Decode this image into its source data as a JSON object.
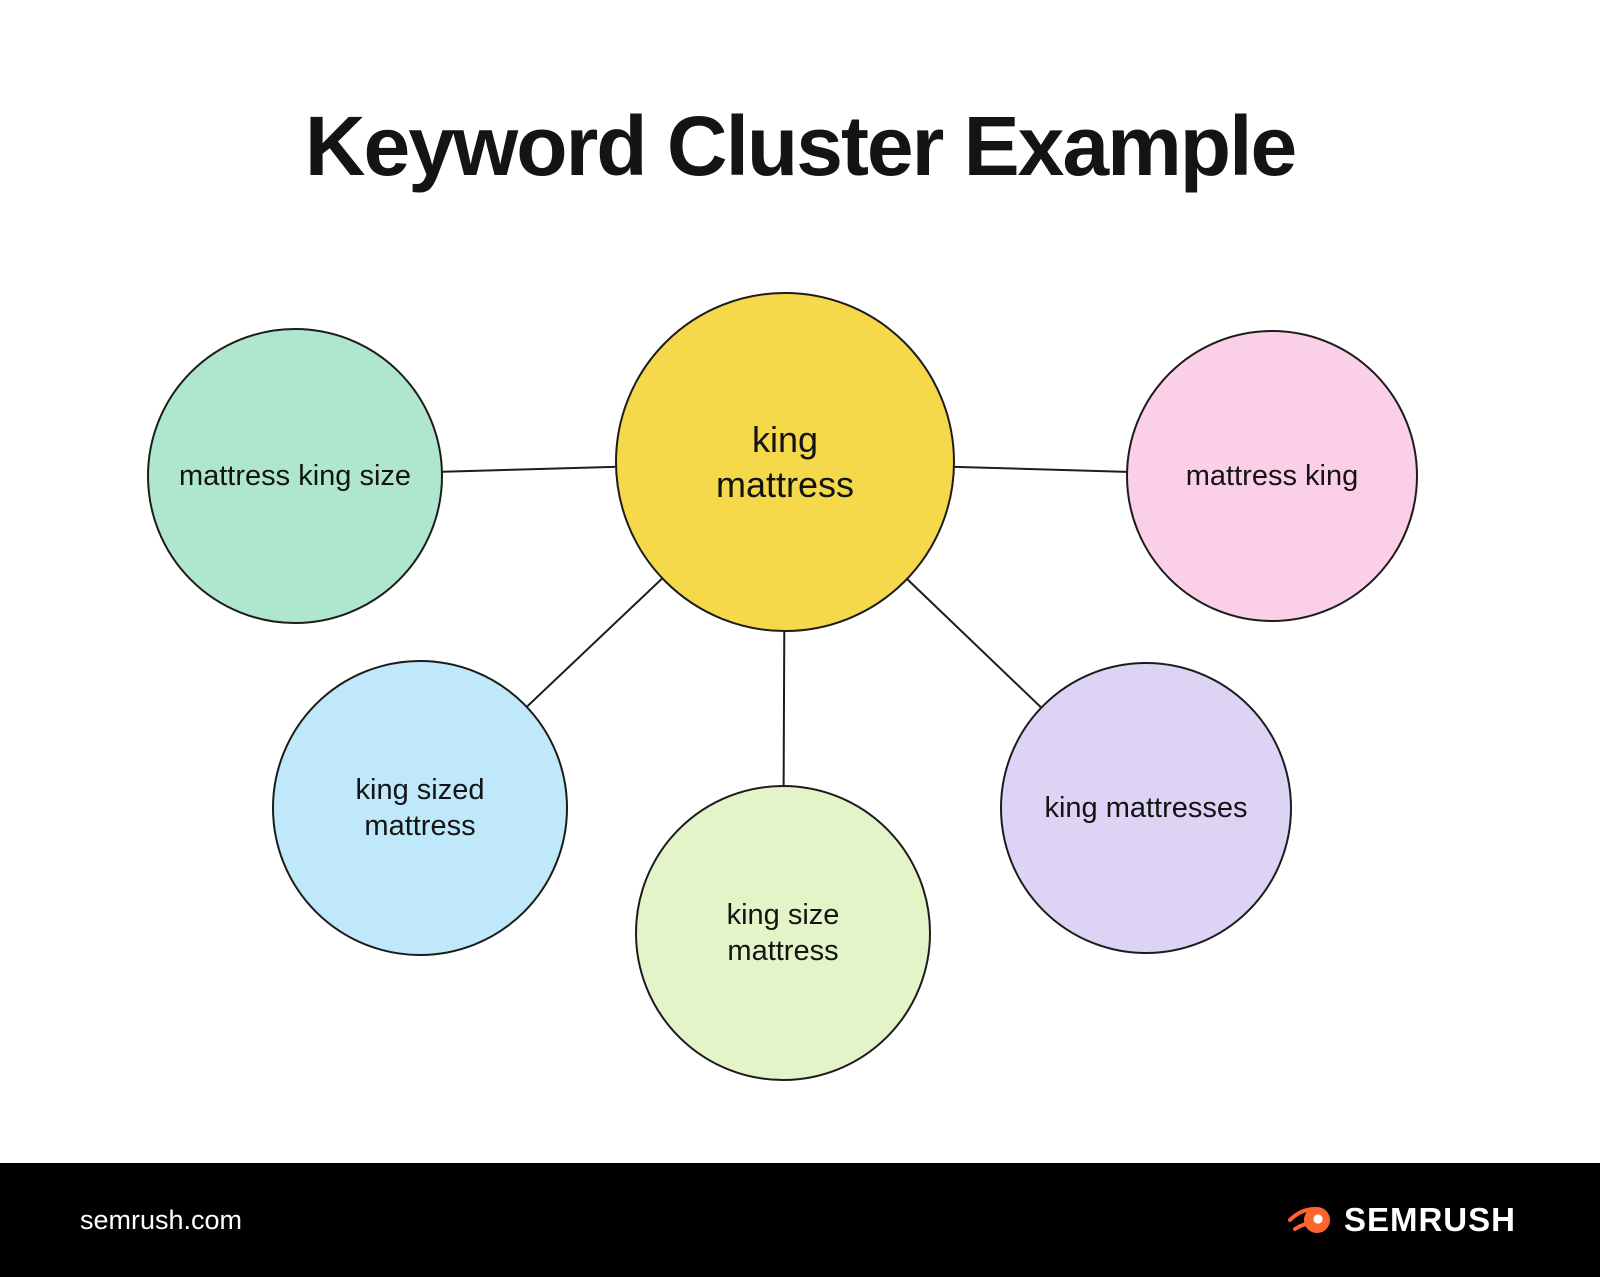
{
  "title": "Keyword Cluster Example",
  "diagram": {
    "center": {
      "label": "king mattress",
      "color": "#F6D84B"
    },
    "nodes": [
      {
        "label": "mattress king size",
        "color": "#AFE7CE"
      },
      {
        "label": "mattress king",
        "color": "#FACFE7"
      },
      {
        "label": "king sized mattress",
        "color": "#BFE8FA"
      },
      {
        "label": "king size mattress",
        "color": "#E4F4C9"
      },
      {
        "label": "king mattresses",
        "color": "#DDD3F4"
      }
    ],
    "line_color": "#1c1c1c"
  },
  "footer": {
    "site": "semrush.com",
    "brand": "SEMRUSH",
    "brand_color": "#FF642D",
    "background": "#000000"
  }
}
